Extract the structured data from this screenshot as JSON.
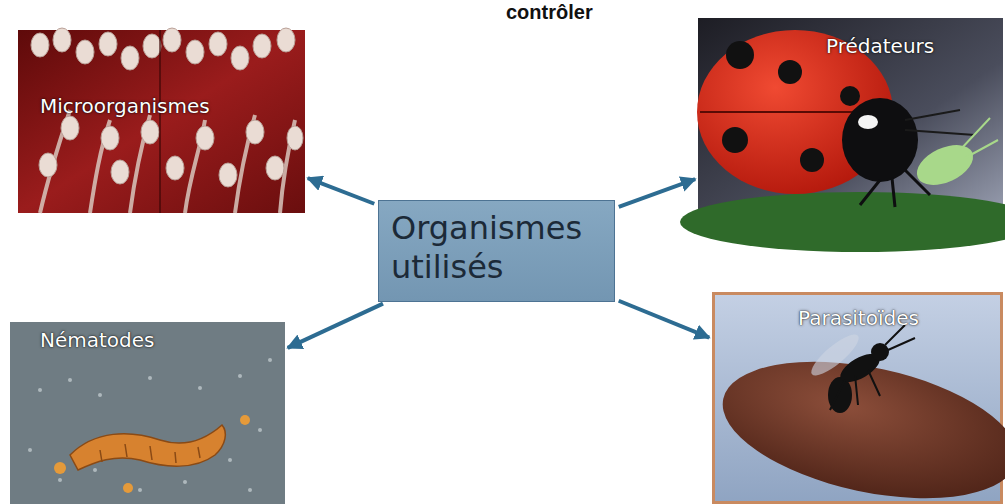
{
  "diagram": {
    "nodes": [
      {
        "text": [
          "Organismes utilisés"
        ]
      },
      {
        "text": [
          "Microorganismes"
        ]
      },
      {
        "text": [
          "Prédateurs"
        ]
      },
      {
        "text": [
          "Nématodes"
        ]
      },
      {
        "text": [
          "Parasitoïdes"
        ]
      }
    ],
    "edges": [
      {
        "from": 0,
        "to": 1,
        "arrow": "to"
      },
      {
        "from": 0,
        "to": 2,
        "arrow": "to"
      },
      {
        "from": 0,
        "to": 3,
        "arrow": "to"
      },
      {
        "from": 0,
        "to": 4,
        "arrow": "to"
      }
    ],
    "labels": [
      "contrôler"
    ]
  }
}
